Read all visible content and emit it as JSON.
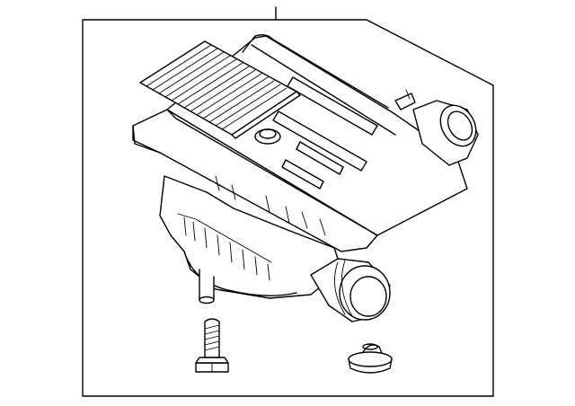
{
  "diagram": {
    "type": "exploded-parts-view",
    "assembly": "air-cleaner-assembly",
    "parts": [
      "air-box-housing",
      "air-filter-element",
      "intake-outlet-tube",
      "inlet-tube",
      "mounting-bolt",
      "rubber-grommet"
    ],
    "callout_leader_count": 1
  }
}
